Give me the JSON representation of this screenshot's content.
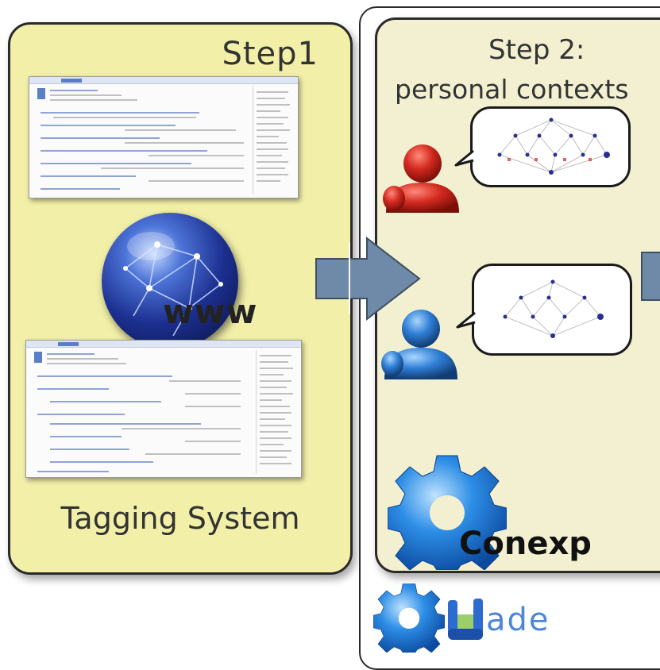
{
  "step1": {
    "title": "Step1",
    "globe_label": "www",
    "footer_label": "Tagging System"
  },
  "step2": {
    "title": "Step 2:",
    "subtitle": "personal contexts",
    "tool_label": "Conexp",
    "brand_text": "ade"
  },
  "colors": {
    "panel_yellow": "#f2f0a8",
    "panel_cream": "#f2f0d0",
    "arrow_fill": "#6f8aa8",
    "user_red": "#d42a20",
    "user_blue": "#2f7fd6",
    "gear_blue": "#2d8ee6"
  },
  "icons": [
    "globe-icon",
    "arrow-right-icon",
    "user-red-icon",
    "user-blue-icon",
    "gear-icon",
    "lattice-diagram-icon"
  ]
}
